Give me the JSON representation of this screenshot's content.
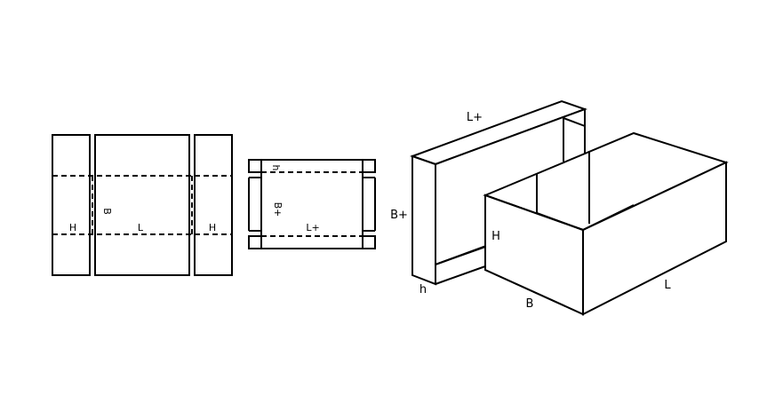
{
  "flat_box": {
    "label_b": "B",
    "label_l": "L",
    "label_h_left": "H",
    "label_h_right": "H"
  },
  "flat_lid": {
    "label_h": "h",
    "label_b": "B+",
    "label_l": "L+"
  },
  "iso_lid": {
    "label_l": "L+",
    "label_b": "B+",
    "label_h": "h"
  },
  "iso_box": {
    "label_h": "H",
    "label_b": "B",
    "label_l": "L"
  }
}
